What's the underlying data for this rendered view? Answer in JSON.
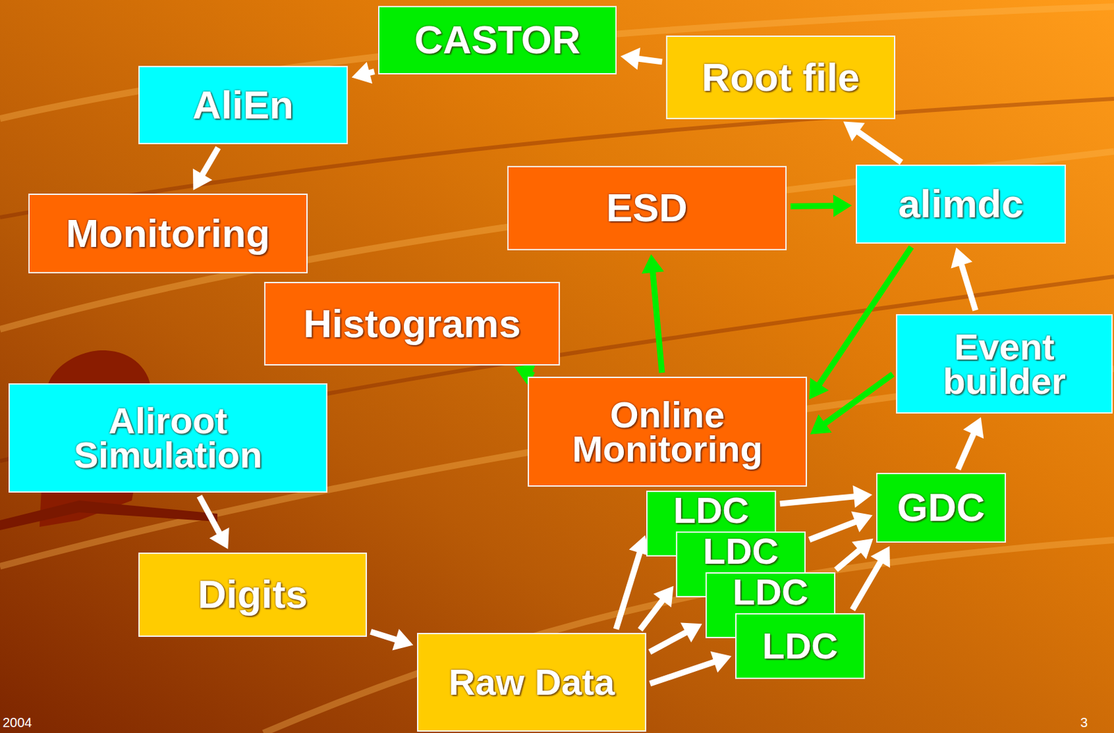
{
  "diagram": {
    "nodes": [
      {
        "text": [
          "CASTOR"
        ]
      },
      {
        "text": [
          "Root file"
        ]
      },
      {
        "text": [
          "AliEn"
        ]
      },
      {
        "text": [
          "ESD"
        ]
      },
      {
        "text": [
          "alimdc"
        ]
      },
      {
        "text": [
          "Monitoring"
        ]
      },
      {
        "text": [
          "Histograms"
        ]
      },
      {
        "text": [
          "Event builder"
        ]
      },
      {
        "text": [
          "Online Monitoring"
        ]
      },
      {
        "text": [
          "Aliroot Simulation"
        ]
      },
      {
        "text": [
          "GDC"
        ]
      },
      {
        "text": [
          "LDC"
        ]
      },
      {
        "text": [
          "LDC"
        ]
      },
      {
        "text": [
          "LDC"
        ]
      },
      {
        "text": [
          "LDC"
        ]
      },
      {
        "text": [
          "Digits"
        ]
      },
      {
        "text": [
          "Raw Data"
        ]
      }
    ],
    "edges": [
      {
        "from": 1,
        "to": 0,
        "arrow": "to"
      },
      {
        "from": 0,
        "to": 2,
        "arrow": "to"
      },
      {
        "from": 2,
        "to": 5,
        "arrow": "to"
      },
      {
        "from": 4,
        "to": 1,
        "arrow": "to"
      },
      {
        "from": 3,
        "to": 4,
        "arrow": "to"
      },
      {
        "from": 4,
        "to": 8,
        "arrow": "to"
      },
      {
        "from": 7,
        "to": 8,
        "arrow": "to"
      },
      {
        "from": 8,
        "to": 3,
        "arrow": "to"
      },
      {
        "from": 8,
        "to": 6,
        "arrow": "to"
      },
      {
        "from": 7,
        "to": 4,
        "arrow": "to"
      },
      {
        "from": 10,
        "to": 7,
        "arrow": "to"
      },
      {
        "from": 11,
        "to": 10,
        "arrow": "to"
      },
      {
        "from": 12,
        "to": 10,
        "arrow": "to"
      },
      {
        "from": 13,
        "to": 10,
        "arrow": "to"
      },
      {
        "from": 14,
        "to": 10,
        "arrow": "to"
      },
      {
        "from": 16,
        "to": 11,
        "arrow": "to"
      },
      {
        "from": 16,
        "to": 12,
        "arrow": "to"
      },
      {
        "from": 16,
        "to": 13,
        "arrow": "to"
      },
      {
        "from": 16,
        "to": 14,
        "arrow": "to"
      },
      {
        "from": 9,
        "to": 15,
        "arrow": "to"
      },
      {
        "from": 15,
        "to": 16,
        "arrow": "to"
      }
    ],
    "labels": [
      "2004",
      "3"
    ]
  }
}
